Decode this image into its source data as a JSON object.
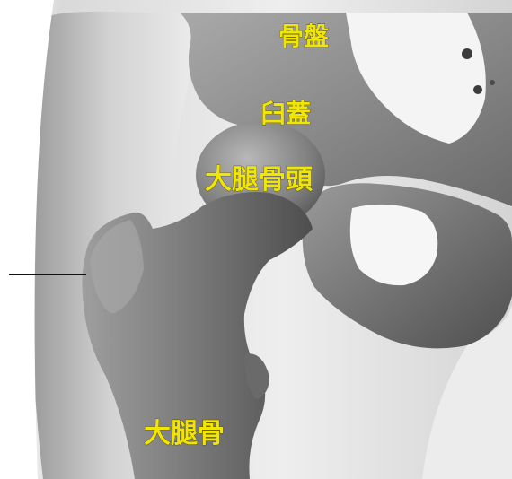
{
  "labels": {
    "pelvis": "骨盤",
    "acetabulum": "臼蓋",
    "femoral_head": "大腿骨頭",
    "femur": "大腿骨"
  },
  "colors": {
    "label_text": "#f2e600",
    "background": "#ffffff",
    "bone_light": "#cfcfcf",
    "bone_dark": "#5e5e5e"
  }
}
